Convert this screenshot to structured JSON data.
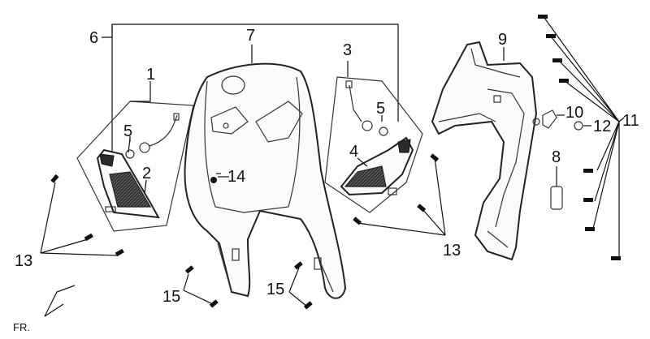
{
  "callouts": {
    "c1": "1",
    "c2": "2",
    "c3": "3",
    "c4": "4",
    "c5a": "5",
    "c5b": "5",
    "c6": "6",
    "c7": "7",
    "c8": "8",
    "c9": "9",
    "c10": "10",
    "c11": "11",
    "c12": "12",
    "c13a": "13",
    "c13b": "13",
    "c14": "14",
    "c15a": "15",
    "c15b": "15"
  },
  "direction_label": "FR.",
  "colors": {
    "line": "#111111",
    "part_fill": "#fafafa",
    "lens": "#2b2b2b"
  }
}
